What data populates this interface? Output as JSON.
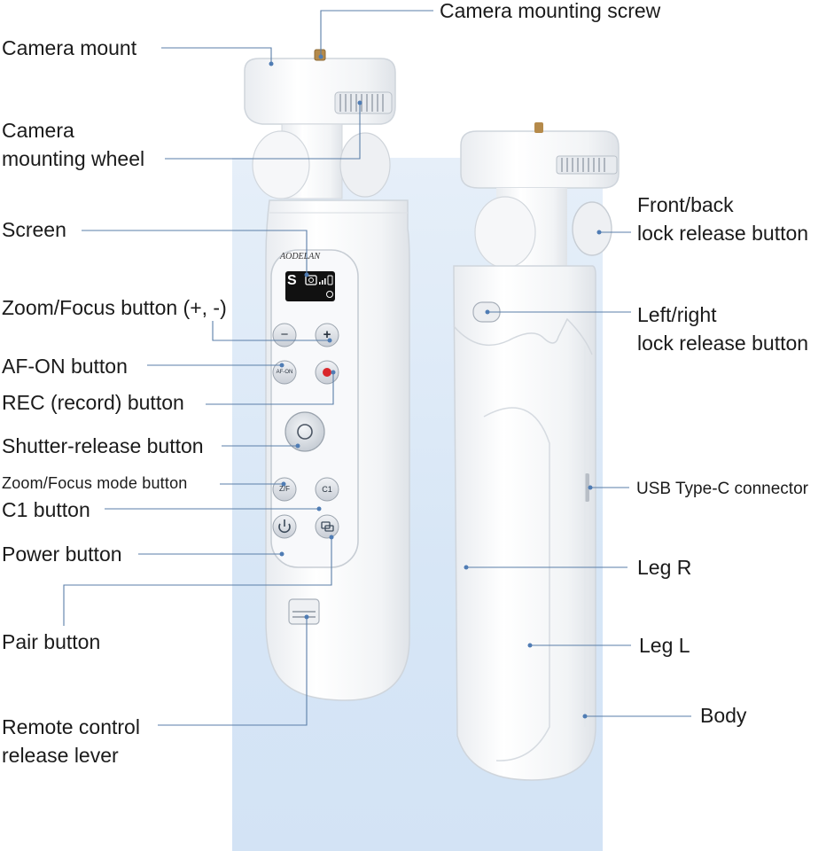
{
  "brand": "AODELAN",
  "screen": {
    "mode_letter": "S"
  },
  "buttons": {
    "minus": "−",
    "plus": "+",
    "af_on": "AF-ON",
    "zf": "Z/F",
    "c1": "C1"
  },
  "labels": {
    "camera_mounting_screw": "Camera mounting screw",
    "camera_mount": "Camera mount",
    "camera_mounting_wheel": "Camera\nmounting wheel",
    "screen": "Screen",
    "zoom_focus": "Zoom/Focus button (+, -)",
    "af_on_button": "AF-ON button",
    "rec_button": "REC (record) button",
    "shutter_release": "Shutter-release button",
    "zoom_focus_mode": "Zoom/Focus mode button",
    "c1_button": "C1 button",
    "power_button": "Power button",
    "pair_button": "Pair button",
    "remote_release_lever": "Remote control\nrelease lever",
    "front_back_lock": "Front/back\nlock release button",
    "left_right_lock": "Left/right\nlock release button",
    "usb_c": "USB Type-C connector",
    "leg_r": "Leg R",
    "leg_l": "Leg L",
    "body": "Body"
  },
  "colors": {
    "background_panel": "#dbe8f6",
    "device_body": "#f7f8fa",
    "leader_line": "#5a7ea8",
    "rec_red": "#d9262b",
    "screen_black": "#111111"
  }
}
